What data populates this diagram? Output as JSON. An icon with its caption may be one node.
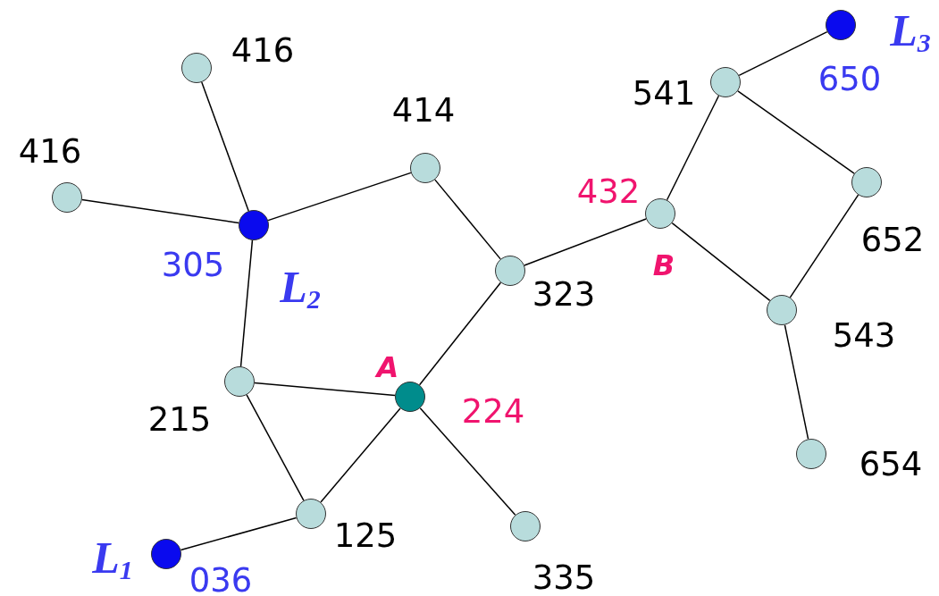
{
  "diagram": {
    "nodes": [
      {
        "text": [],
        "shape": "circle",
        "beside": [
          "416"
        ]
      },
      {
        "text": [],
        "shape": "circle",
        "beside": [
          "416"
        ]
      },
      {
        "text": [],
        "shape": "circle",
        "beside": [
          "305",
          "L$_{2}$"
        ]
      },
      {
        "text": [],
        "shape": "circle",
        "beside": [
          "414"
        ]
      },
      {
        "text": [],
        "shape": "circle",
        "beside": [
          "323"
        ]
      },
      {
        "text": [],
        "shape": "circle",
        "beside": [
          "432",
          "B"
        ]
      },
      {
        "text": [],
        "shape": "circle",
        "beside": [
          "541"
        ]
      },
      {
        "text": [],
        "shape": "circle",
        "beside": [
          "L$_{3}$",
          "650"
        ]
      },
      {
        "text": [],
        "shape": "circle",
        "beside": [
          "652"
        ]
      },
      {
        "text": [],
        "shape": "circle",
        "beside": [
          "543"
        ]
      },
      {
        "text": [],
        "shape": "circle",
        "beside": [
          "654"
        ]
      },
      {
        "text": [],
        "shape": "circle",
        "beside": [
          "215"
        ]
      },
      {
        "text": [],
        "shape": "circle",
        "beside": [
          "A",
          "224"
        ]
      },
      {
        "text": [],
        "shape": "circle",
        "beside": [
          "125"
        ]
      },
      {
        "text": [],
        "shape": "circle",
        "beside": [
          "335"
        ]
      },
      {
        "text": [],
        "shape": "circle",
        "beside": [
          "L$_{1}$",
          "036"
        ]
      }
    ],
    "edges": [
      {
        "from": 0,
        "to": 2,
        "arrow": "none"
      },
      {
        "from": 1,
        "to": 2,
        "arrow": "none"
      },
      {
        "from": 2,
        "to": 3,
        "arrow": "none"
      },
      {
        "from": 2,
        "to": 11,
        "arrow": "none"
      },
      {
        "from": 3,
        "to": 4,
        "arrow": "none"
      },
      {
        "from": 4,
        "to": 5,
        "arrow": "none"
      },
      {
        "from": 4,
        "to": 12,
        "arrow": "none"
      },
      {
        "from": 5,
        "to": 6,
        "arrow": "none"
      },
      {
        "from": 5,
        "to": 9,
        "arrow": "none"
      },
      {
        "from": 6,
        "to": 7,
        "arrow": "none"
      },
      {
        "from": 6,
        "to": 8,
        "arrow": "none"
      },
      {
        "from": 8,
        "to": 9,
        "arrow": "none"
      },
      {
        "from": 9,
        "to": 10,
        "arrow": "none"
      },
      {
        "from": 11,
        "to": 12,
        "arrow": "none"
      },
      {
        "from": 11,
        "to": 13,
        "arrow": "none"
      },
      {
        "from": 12,
        "to": 13,
        "arrow": "none"
      },
      {
        "from": 12,
        "to": 14,
        "arrow": "none"
      },
      {
        "from": 13,
        "to": 15,
        "arrow": "none"
      }
    ]
  }
}
